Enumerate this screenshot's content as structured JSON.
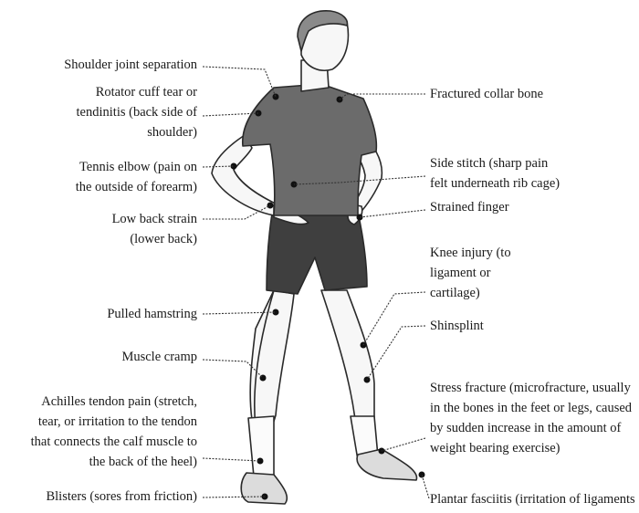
{
  "labels_left": {
    "shoulder_separation": "Shoulder joint separation",
    "rotator_cuff": "Rotator cuff tear or\ntendinitis (back side of\nshoulder)",
    "tennis_elbow": "Tennis elbow (pain on\nthe outside of forearm)",
    "low_back_strain": "Low back strain\n(lower back)",
    "pulled_hamstring": "Pulled hamstring",
    "muscle_cramp": "Muscle cramp",
    "achilles": "Achilles tendon pain (stretch,\ntear, or irritation to the tendon\nthat connects the calf muscle to\nthe back of the heel)",
    "blisters": "Blisters (sores from friction)"
  },
  "labels_right": {
    "collar_bone": "Fractured collar bone",
    "side_stitch": "Side stitch (sharp pain\nfelt underneath rib cage)",
    "strained_finger": "Strained finger",
    "knee_injury": "Knee injury (to\nligament or\ncartilage)",
    "shinsplint": "Shinsplint",
    "stress_fracture": "Stress fracture (microfracture, usually\nin the bones in the feet or legs, caused\nby sudden increase in the amount of\nweight bearing exercise)",
    "plantar_fasciitis": "Plantar fasciitis (irritation of ligaments\nand tissues in the foot arch)"
  },
  "colors": {
    "ink": "#1a1a1a",
    "leader": "#333333",
    "shirt": "#6b6b6b",
    "shorts": "#3f3f3f",
    "skin": "#f7f7f7",
    "hair": "#8a8a8a"
  }
}
